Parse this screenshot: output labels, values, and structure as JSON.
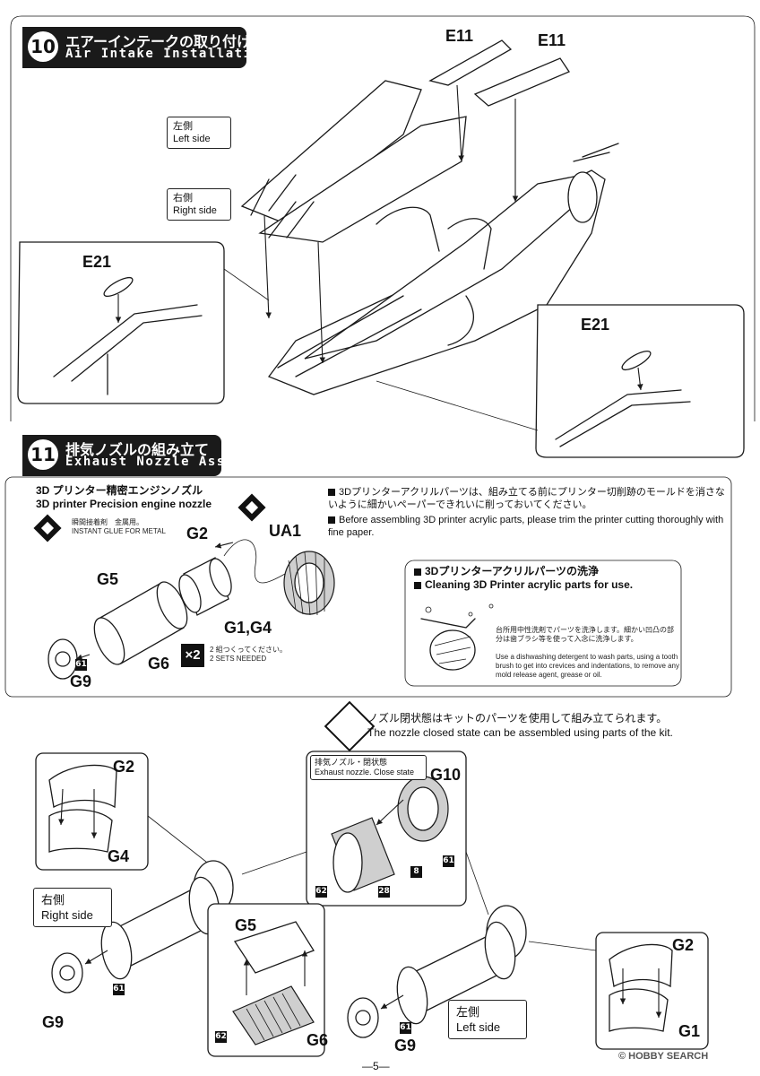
{
  "step10": {
    "number": "10",
    "title_jp": "エアーインテークの取り付け",
    "title_en": "Air Intake Installation",
    "left_side_jp": "左側",
    "left_side_en": "Left side",
    "right_side_jp": "右側",
    "right_side_en": "Right side",
    "parts": {
      "e11_a": "E11",
      "e11_b": "E11",
      "e21_left": "E21",
      "e21_right": "E21"
    }
  },
  "step11": {
    "number": "11",
    "title_jp": "排気ノズルの組み立て",
    "title_en": "Exhaust Nozzle Assembly",
    "panel": {
      "title_jp": "3D プリンター精密エンジンノズル",
      "title_en": "3D printer Precision engine nozzle",
      "glue_jp": "瞬間接着剤　金属用。",
      "glue_en": "INSTANT GLUE FOR METAL",
      "note1_jp": "3Dプリンターアクリルパーツは、組み立てる前にプリンター切削跡のモールドを消さないように細かいペーパーできれいに削っておいてください。",
      "note1_en": "Before assembling 3D printer acrylic parts, please trim the printer cutting thoroughly with fine paper.",
      "clean_title_jp": "3Dプリンターアクリルパーツの洗浄",
      "clean_title_en": "Cleaning 3D Printer acrylic parts for use.",
      "clean_jp": "台所用中性洗剤でパーツを洗浄します。細かい凹凸の部分は歯ブラシ等を使って入念に洗浄します。",
      "clean_en": "Use a dishwashing detergent to wash parts, using a tooth brush to get into crevices and indentations, to remove any mold release agent, grease or oil.",
      "sets_mark": "×2",
      "sets_jp": "2 組つくってください。",
      "sets_en": "2 SETS NEEDED",
      "parts": {
        "g2": "G2",
        "ua1": "UA1",
        "g5": "G5",
        "g1g4": "G1,G4",
        "g6": "G6",
        "g9": "G9",
        "c61": "61"
      }
    },
    "closed_note_jp": "ノズル閉状態はキットのパーツを使用して組み立てられます。",
    "closed_note_en": "The nozzle closed state can be assembled using parts of the kit.",
    "close_box_jp": "排気ノズル・閉状態",
    "close_box_en": "Exhaust nozzle. Close state",
    "close_parts": {
      "g10": "G10",
      "c61": "61",
      "c62": "62",
      "c28": "28",
      "c8": "8"
    },
    "right_side_jp": "右側",
    "right_side_en": "Right side",
    "left_side_jp": "左側",
    "left_side_en": "Left side",
    "lower_parts": {
      "g2_left": "G2",
      "g4": "G4",
      "g9_left": "G9",
      "c61_left": "61",
      "g5": "G5",
      "g6": "G6",
      "c62": "62",
      "g2_right": "G2",
      "g1": "G1",
      "g9_mid": "G9",
      "c61_mid": "61"
    }
  },
  "footer": {
    "page": "—5—",
    "watermark": "© HOBBY SEARCH"
  }
}
